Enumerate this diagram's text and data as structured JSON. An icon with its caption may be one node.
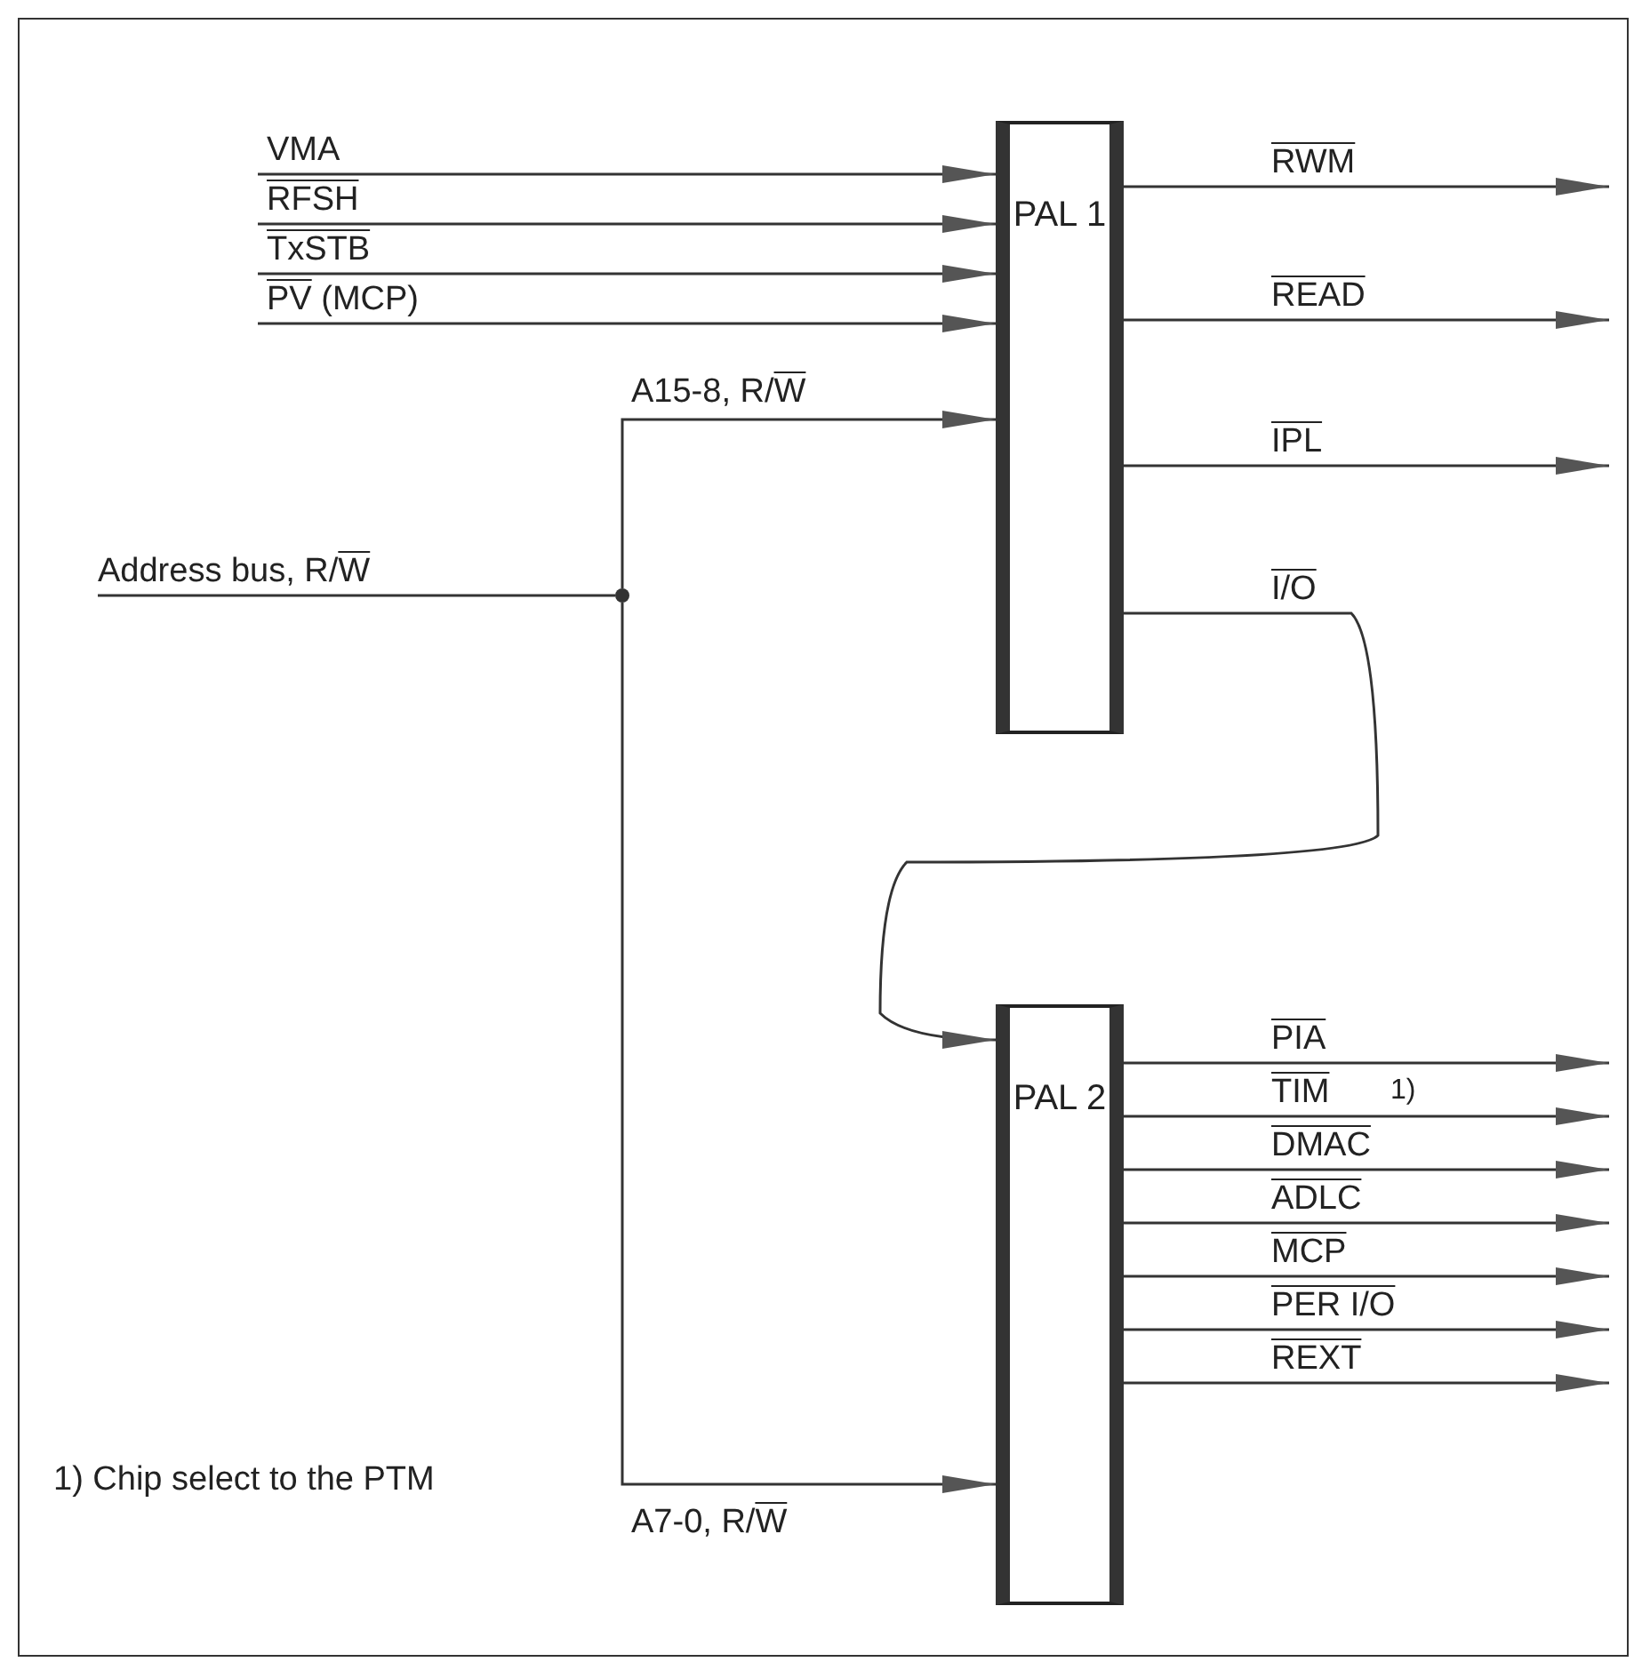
{
  "diagram": {
    "nodes": [
      {
        "text": [
          "PAL 1"
        ]
      },
      {
        "text": [
          "PAL 2"
        ]
      },
      {
        "text": [],
        "shape": "circle"
      }
    ],
    "edges": [
      {
        "from": null,
        "to": 0,
        "arrow": "to",
        "label": "VMA"
      },
      {
        "from": null,
        "to": 0,
        "arrow": "to",
        "label": "RFSH"
      },
      {
        "from": null,
        "to": 0,
        "arrow": "to",
        "label": "TxSTB"
      },
      {
        "from": null,
        "to": 0,
        "arrow": "to",
        "label": "PV (MCP)"
      },
      {
        "from": null,
        "to": 2,
        "arrow": "none",
        "label": "Address bus, R/W"
      },
      {
        "from": 2,
        "to": 0,
        "arrow": "to",
        "label": "A15-8, R/W"
      },
      {
        "from": 2,
        "to": 1,
        "arrow": "to",
        "label": "A7-0, R/W"
      },
      {
        "from": 0,
        "to": 1,
        "arrow": "to",
        "label": "I/O"
      },
      {
        "from": 0,
        "to": null,
        "arrow": "to",
        "label": "RWM"
      },
      {
        "from": 0,
        "to": null,
        "arrow": "to",
        "label": "READ"
      },
      {
        "from": 0,
        "to": null,
        "arrow": "to",
        "label": "IPL"
      },
      {
        "from": 1,
        "to": null,
        "arrow": "to",
        "label": "PIA"
      },
      {
        "from": 1,
        "to": null,
        "arrow": "to",
        "label": "TIM"
      },
      {
        "from": 1,
        "to": null,
        "arrow": "to",
        "label": "DMAC"
      },
      {
        "from": 1,
        "to": null,
        "arrow": "to",
        "label": "ADLC"
      },
      {
        "from": 1,
        "to": null,
        "arrow": "to",
        "label": "MCP"
      },
      {
        "from": 1,
        "to": null,
        "arrow": "to",
        "label": "PER I/O"
      },
      {
        "from": 1,
        "to": null,
        "arrow": "to",
        "label": "REXT"
      }
    ],
    "labels": [
      "1)",
      "1) Chip select to the PTM"
    ]
  }
}
